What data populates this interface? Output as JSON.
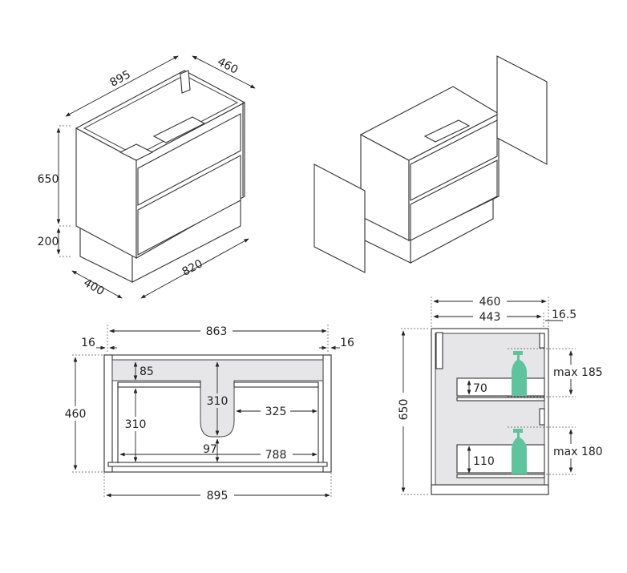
{
  "iso_view": {
    "width": "895",
    "depth_top": "460",
    "cabinet_height": "650",
    "plinth_height": "200",
    "plinth_depth": "400",
    "plinth_width": "820"
  },
  "plan_view": {
    "inner_width": "863",
    "side_left": "16",
    "side_right": "16",
    "depth": "460",
    "rear_depth": "85",
    "cutout_depth": "310",
    "drawer_depth": "310",
    "drawer_side_width": "325",
    "cutout_gap": "97",
    "drawer_width": "788",
    "overall_width": "895"
  },
  "side_view": {
    "overall_depth": "460",
    "inner_depth": "443",
    "door_thickness": "16.5",
    "height": "650",
    "upper_clearance": "max 185",
    "upper_drawer_height": "70",
    "lower_clearance": "max 180",
    "lower_drawer_height": "110"
  },
  "colors": {
    "bottle": "#5ec49e",
    "panel_fill": "#e6e6e8",
    "line": "#333333"
  }
}
